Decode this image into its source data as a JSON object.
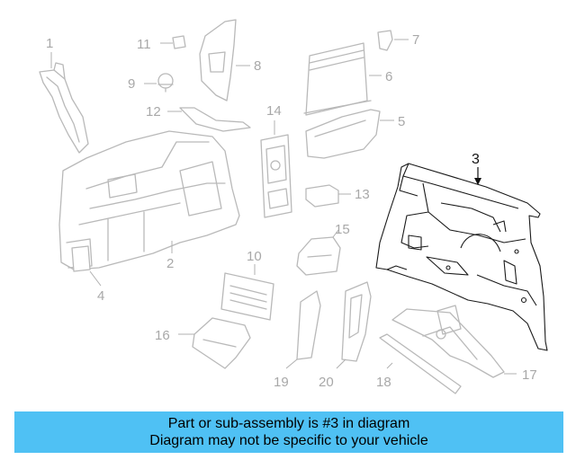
{
  "callouts": {
    "c1": "1",
    "c2": "2",
    "c3": "3",
    "c4": "4",
    "c5": "5",
    "c6": "6",
    "c7": "7",
    "c8": "8",
    "c9": "9",
    "c10": "10",
    "c11": "11",
    "c12": "12",
    "c13": "13",
    "c14": "14",
    "c15": "15",
    "c16": "16",
    "c17": "17",
    "c18": "18",
    "c19": "19",
    "c20": "20"
  },
  "highlight": {
    "part": "3",
    "color": "#3bbcf0"
  },
  "banner": {
    "line1": "Part or sub-assembly is #3 in diagram",
    "line2": "Diagram may not be specific to your vehicle",
    "color": "#4fc1f4"
  }
}
